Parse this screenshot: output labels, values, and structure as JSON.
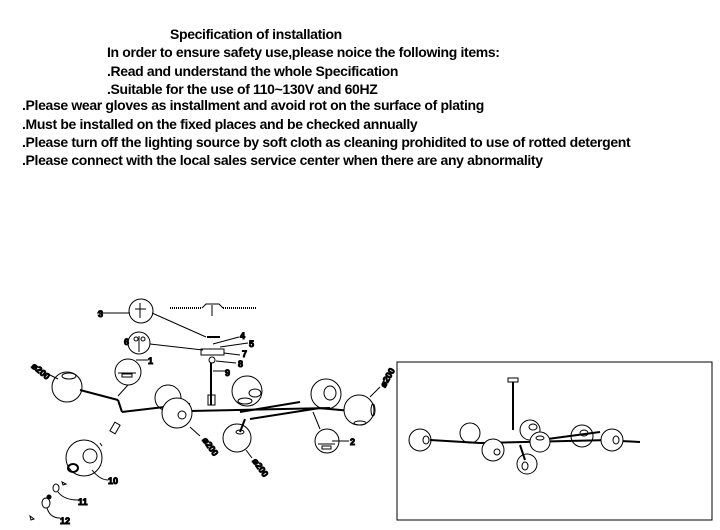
{
  "document": {
    "title": "Specification of installation",
    "intro": "In order to ensure safety use,please noice the following items:",
    "items": [
      ".Read and understand the whole Specification",
      ".Suitable for the use of 110~130V and 60HZ",
      ".Please wear gloves as installment and avoid rot on the surface of plating",
      ".Must be installed on the fixed places and be checked annually",
      ".Please turn off the lighting source by soft cloth as cleaning prohidited to use of rotted detergent",
      ".Please connect with the local sales service center when there are any abnormality"
    ]
  },
  "diagram": {
    "part_labels": [
      "1",
      "2",
      "3",
      "4",
      "5",
      "6",
      "7",
      "8",
      "9",
      "10",
      "11",
      "12"
    ],
    "diameter_label": "⌀200"
  }
}
